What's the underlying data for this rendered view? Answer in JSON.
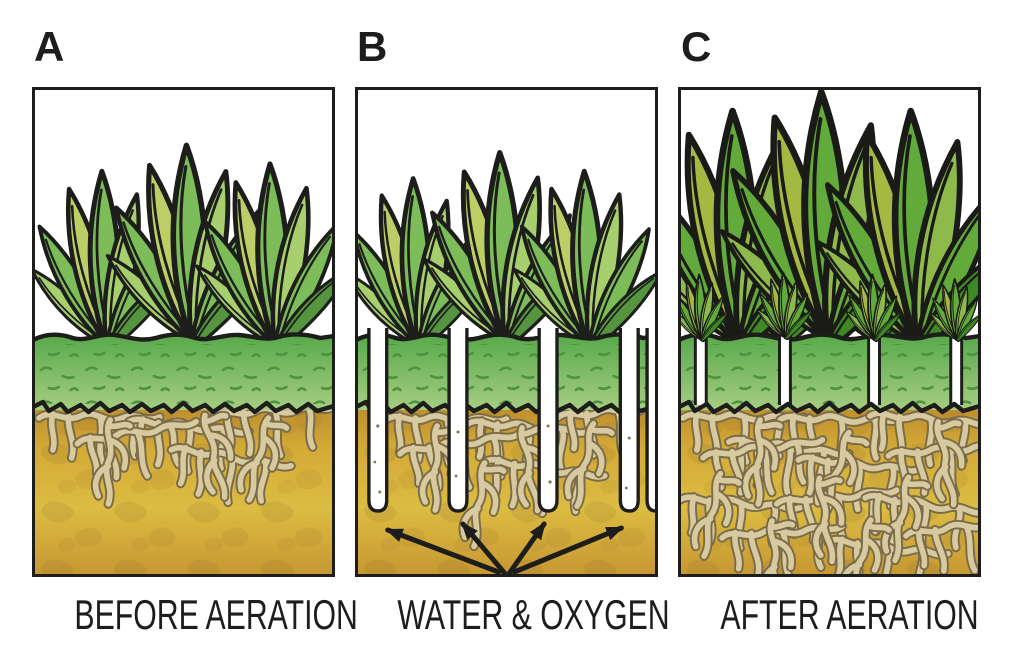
{
  "figure": {
    "panels": [
      {
        "label": "A",
        "caption": "BEFORE AERATION",
        "alt": "grass with compacted soil and shallow sparse roots"
      },
      {
        "label": "B",
        "caption": "WATER & OXYGEN",
        "alt": "core aeration holes with arrows showing water and oxygen entering soil"
      },
      {
        "label": "C",
        "caption": "AFTER AERATION",
        "alt": "thicker taller grass with deep dense roots"
      }
    ],
    "colors": {
      "ink": "#1d1d1b",
      "turf_top": "#57a94a",
      "turf_bottom": "#a6cd82",
      "turf_speckle": "#4f9340",
      "soil_top": "#b8862a",
      "soil_mid": "#d4ab37",
      "soil_light": "#dcbc42",
      "soil_deep": "#c79732",
      "soil_mottle": "#8a6824",
      "root_fill": "#d8caa0",
      "root_outline": "#7a6c49",
      "leaf_light": "#a8cf6e",
      "leaf_mid": "#7cbc59",
      "leaf_yellow": "#bccf66",
      "leaf_dark": "#55953f",
      "hole_fill": "#ffffff",
      "hole_speck": "#6f5d2f"
    }
  }
}
